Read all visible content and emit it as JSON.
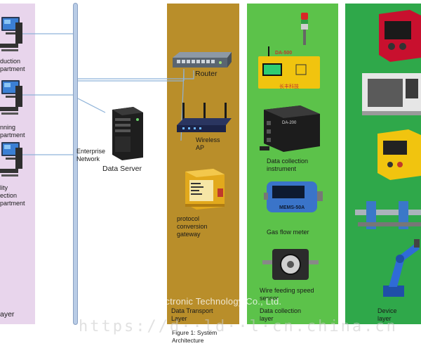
{
  "colors": {
    "management_layer": "#e8d5ec",
    "transport_layer": "#b98e2a",
    "collection_layer": "#5cc24a",
    "device_layer": "#2fa84a",
    "network_bus": "#b9cce6"
  },
  "management": {
    "departments": [
      {
        "label": "duction\npartment"
      },
      {
        "label": "nning\npartment"
      },
      {
        "label": "lity\nection\npartment"
      }
    ],
    "layer_label": "ayer"
  },
  "network": {
    "bus_label": "Enterprise\nNetwork",
    "server_label": "Data Server"
  },
  "transport": {
    "router_label": "Router",
    "wireless_label": "Wireless\nAP",
    "gateway_label": "protocol\nconversion\ngateway",
    "layer_label": "Data Transport\nLayer"
  },
  "collection": {
    "instrument_label": "Data collection\ninstrument",
    "gas_meter_label": "Gas flow meter",
    "wire_sensor_label": "Wire feeding speed\nsensor",
    "layer_label": "Data collection\nlayer",
    "device_brand": "DA-500",
    "device_brand_2": "DA-200",
    "meter_brand": "MEMS-50A",
    "device_company": "长丰科技"
  },
  "device": {
    "layer_label": "Device\nlayer"
  },
  "figure_caption": "Figure 1: System\nArchitecture",
  "watermark": {
    "line1": "ectronic Technology Co., Ltd.",
    "line2": "https://d··ld··l·cn.china.cn"
  }
}
